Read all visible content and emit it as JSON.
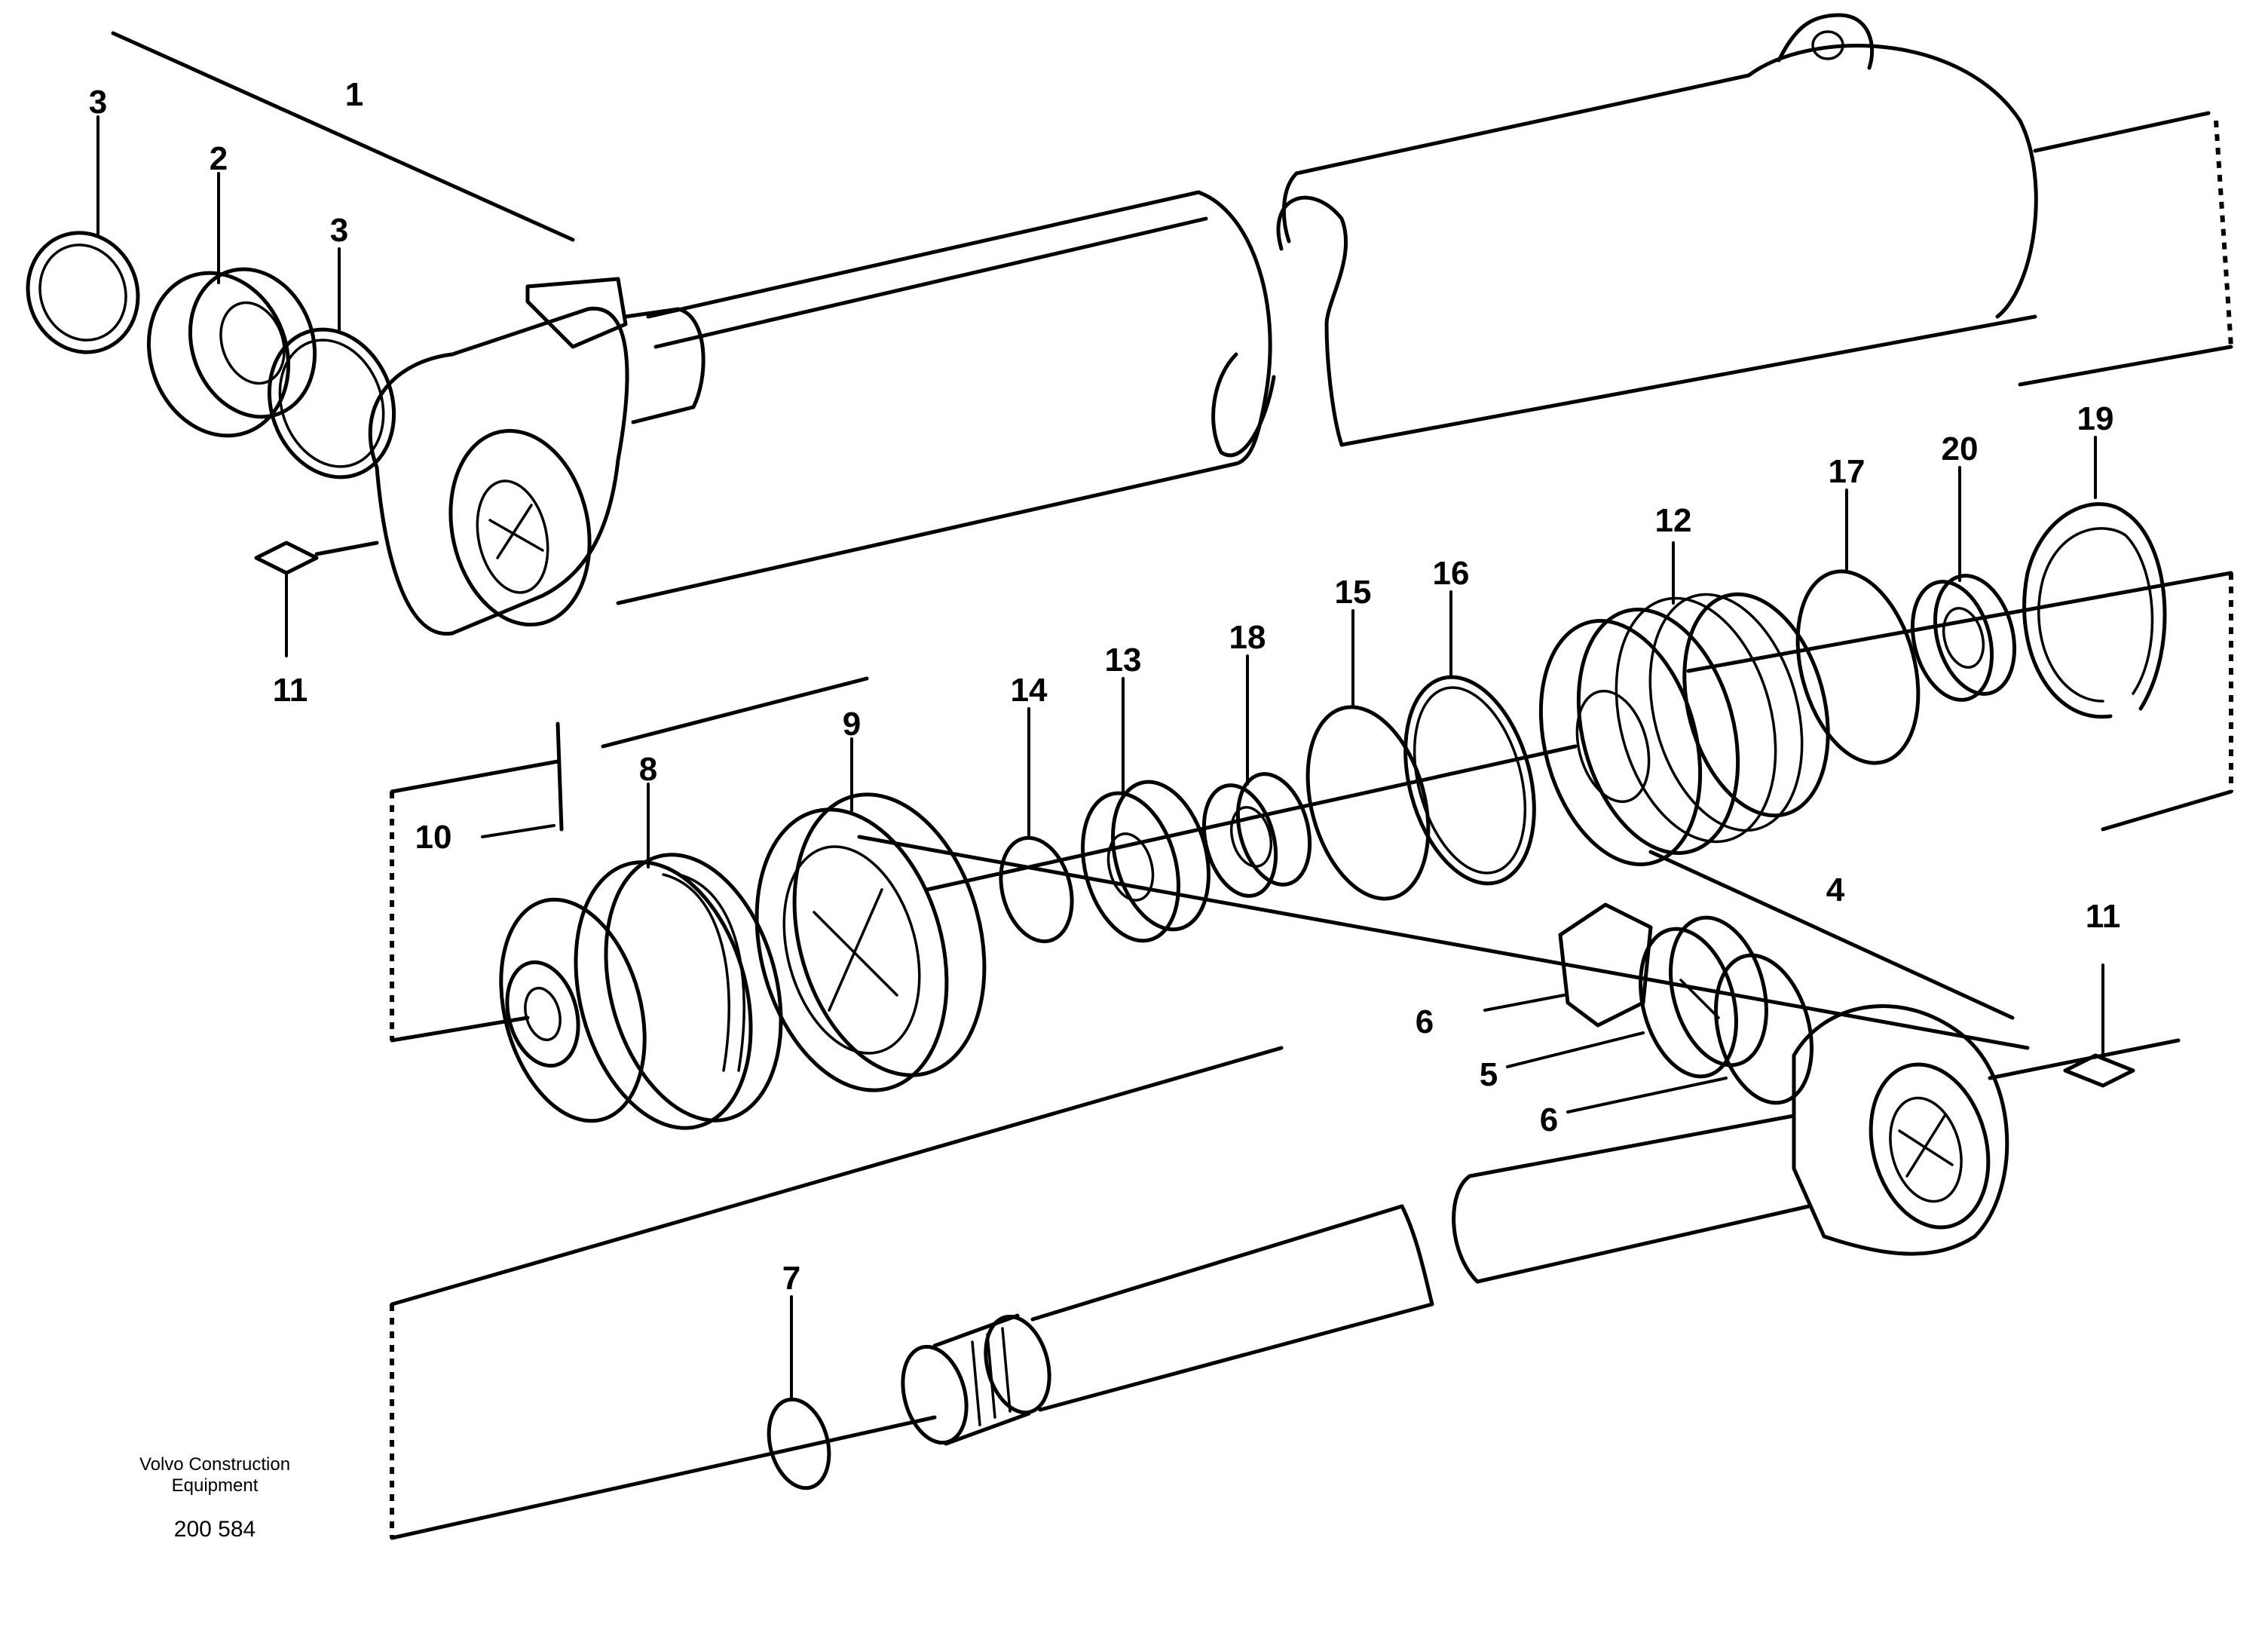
{
  "labels": {
    "l1": "1",
    "l2": "2",
    "l3a": "3",
    "l3b": "3",
    "l4": "4",
    "l5": "5",
    "l6a": "6",
    "l6b": "6",
    "l7": "7",
    "l8": "8",
    "l9": "9",
    "l10": "10",
    "l11a": "11",
    "l11b": "11",
    "l12": "12",
    "l13": "13",
    "l14": "14",
    "l15": "15",
    "l16": "16",
    "l17": "17",
    "l18": "18",
    "l19": "19",
    "l20": "20"
  },
  "reference": {
    "line1": "Volvo Construction",
    "line2": "Equipment",
    "code": "200 584"
  }
}
